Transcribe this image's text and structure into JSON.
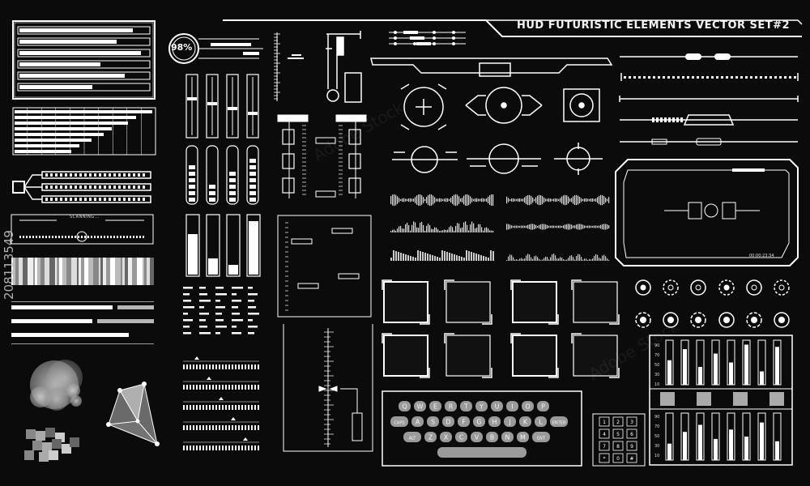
{
  "header": {
    "title": "HUD FUTURISTIC ELEMENTS VECTOR SET#2"
  },
  "gauge": {
    "percent_label": "98%"
  },
  "scanner": {
    "label": "SCANNING..."
  },
  "screen_frame": {
    "timer": "00:00:23:34"
  },
  "stock_id": "208113549",
  "watermark": "Adobe Stock",
  "keyboard": {
    "rows": [
      [
        "Q",
        "W",
        "E",
        "R",
        "T",
        "Y",
        "U",
        "I",
        "O",
        "P"
      ],
      [
        "CAPS",
        "A",
        "S",
        "D",
        "F",
        "G",
        "H",
        "J",
        "K",
        "L",
        "ENTER"
      ],
      [
        "ALT",
        "Z",
        "X",
        "C",
        "V",
        "B",
        "N",
        "M",
        "ENT"
      ]
    ]
  },
  "keypad": {
    "keys": [
      "1",
      "2",
      "3",
      "4",
      "5",
      "6",
      "7",
      "8",
      "9",
      "*",
      "0",
      "#"
    ]
  },
  "mixer": {
    "scale_top": [
      "90",
      "70",
      "50",
      "30",
      "10"
    ],
    "scale_bottom": [
      "90",
      "70",
      "50",
      "30",
      "10"
    ],
    "levels_top": [
      0.55,
      0.8,
      0.4,
      0.7,
      0.5,
      0.9,
      0.3,
      0.85
    ],
    "levels_bottom": [
      0.35,
      0.6,
      0.75,
      0.45,
      0.65,
      0.5,
      0.8,
      0.4
    ]
  },
  "colors": {
    "background": "#0b0b0b",
    "primary": "#ffffff",
    "muted": "#888888"
  }
}
